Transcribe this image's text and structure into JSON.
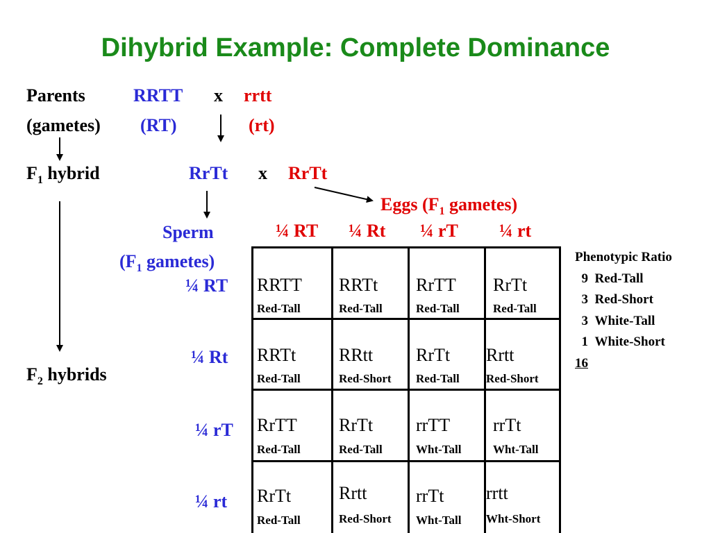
{
  "title": "Dihybrid Example: Complete Dominance",
  "parents": {
    "label": "Parents",
    "genotype_1": "RRTT",
    "cross": "x",
    "genotype_2": "rrtt"
  },
  "gametes": {
    "label": "(gametes)",
    "gamete_1": "(RT)",
    "gamete_2": "(rt)"
  },
  "f1": {
    "label": "F",
    "sub": "1",
    "label_rest": " hybrid",
    "genotype_1": "RrTt",
    "cross": "x",
    "genotype_2": "RrTt"
  },
  "eggs_label": {
    "pre": "Eggs (F",
    "sub": "1",
    "post": " gametes)"
  },
  "sperm_label": {
    "line1": "Sperm",
    "pre": "(F",
    "sub": "1",
    "post": " gametes)"
  },
  "f2": {
    "label": "F",
    "sub": "2",
    "label_rest": " hybrids"
  },
  "egg_headers": [
    "¼ RT",
    "¼ Rt",
    "¼ rT",
    "¼ rt"
  ],
  "sperm_headers": [
    "¼ RT",
    "¼ Rt",
    "¼ rT",
    "¼ rt"
  ],
  "punnett": [
    [
      {
        "g": "RRTT",
        "p": "Red-Tall"
      },
      {
        "g": "RRTt",
        "p": "Red-Tall"
      },
      {
        "g": "RrTT",
        "p": "Red-Tall"
      },
      {
        "g": "RrTt",
        "p": "Red-Tall"
      }
    ],
    [
      {
        "g": "RRTt",
        "p": "Red-Tall"
      },
      {
        "g": "RRtt",
        "p": "Red-Short"
      },
      {
        "g": "RrTt",
        "p": "Red-Tall"
      },
      {
        "g": "Rrtt",
        "p": "Red-Short"
      }
    ],
    [
      {
        "g": "RrTT",
        "p": "Red-Tall"
      },
      {
        "g": "RrTt",
        "p": "Red-Tall"
      },
      {
        "g": "rrTT",
        "p": "Wht-Tall"
      },
      {
        "g": "rrTt",
        "p": "Wht-Tall"
      }
    ],
    [
      {
        "g": "RrTt",
        "p": "Red-Tall"
      },
      {
        "g": "Rrtt",
        "p": "Red-Short"
      },
      {
        "g": "rrTt",
        "p": "Wht-Tall"
      },
      {
        "g": "rrtt",
        "p": "Wht-Short"
      }
    ]
  ],
  "phenotypic_ratio": {
    "title": "Phenotypic Ratio",
    "rows": [
      {
        "count": "9",
        "label": "Red-Tall"
      },
      {
        "count": "3",
        "label": "Red-Short"
      },
      {
        "count": "3",
        "label": "White-Tall"
      },
      {
        "count": "1",
        "label": "White-Short"
      }
    ],
    "total": "16"
  },
  "colors": {
    "title": "#1a8a1a",
    "blue": "#2a2ad6",
    "red": "#e00000"
  }
}
